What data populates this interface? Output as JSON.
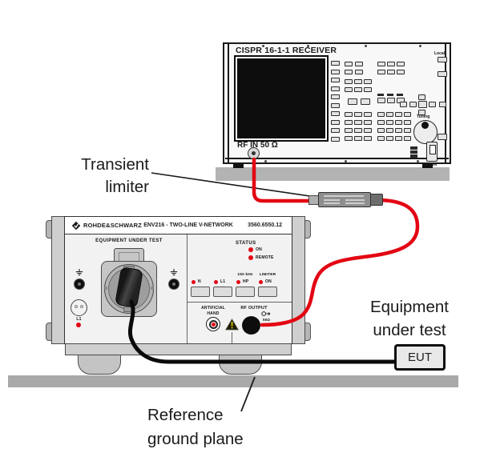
{
  "colors": {
    "cable_red": "#e30613",
    "led_red": "#e30613",
    "shelf_gray": "#b3b3b3",
    "ground_plane_gray": "#a9a9a9"
  },
  "receiver": {
    "title": "CISPR 16-1-1 RECEIVER",
    "rf_in_label": "RF IN 50 Ω",
    "local_label": "Local",
    "tuning_label": "Tuning",
    "power_label": "Power"
  },
  "vnetwork": {
    "brand": "ROHDE&SCHWARZ",
    "model": "ENV216 - TWO-LINE V-NETWORK",
    "part_number": "3560.6550.12",
    "section_label": "EQUIPMENT UNDER TEST",
    "status_label": "STATUS",
    "status_leds": [
      {
        "label": "ON"
      },
      {
        "label": "REMOTE"
      }
    ],
    "l1_jack_label": "L1",
    "line_buttons": [
      {
        "top": "",
        "label": "N"
      },
      {
        "top": "",
        "label": "L1"
      },
      {
        "top": "150 kHz",
        "label": "HP"
      },
      {
        "top": "LIMITER",
        "label": "ON"
      }
    ],
    "artificial_hand_line1": "ARTIFICIAL",
    "artificial_hand_line2": "HAND",
    "rf_output_label": "RF OUTPUT",
    "rf_output_impedance": "50Ω"
  },
  "annotations": {
    "transient_limiter_line1": "Transient",
    "transient_limiter_line2": "limiter",
    "equipment_line1": "Equipment",
    "equipment_line2": "under test",
    "ground_line1": "Reference",
    "ground_line2": "ground plane",
    "eut_box_label": "EUT"
  }
}
